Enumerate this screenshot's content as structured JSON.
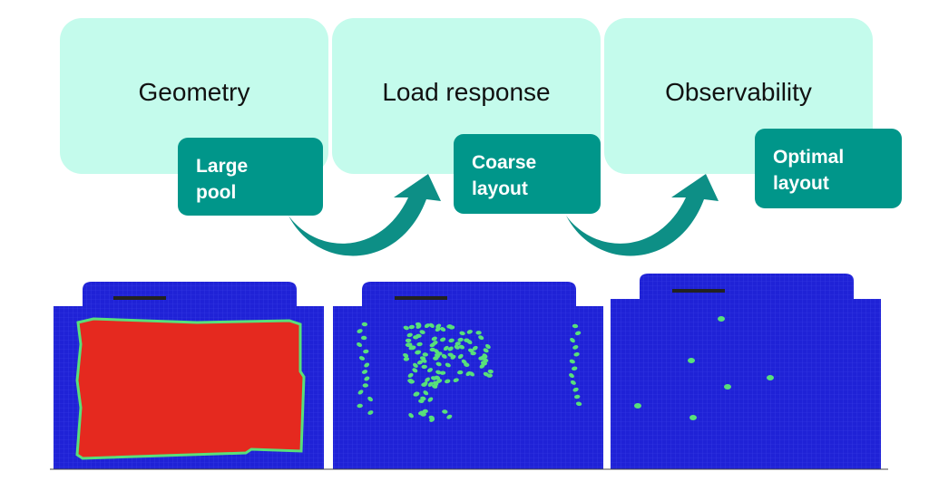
{
  "stages": [
    {
      "title": "Geometry",
      "tag_line1": "Large",
      "tag_line2": "pool"
    },
    {
      "title": "Load response",
      "tag_line1": "Coarse",
      "tag_line2": "layout"
    },
    {
      "title": "Observability",
      "tag_line1": "Optimal",
      "tag_line2": "layout"
    }
  ],
  "colors": {
    "stage_box": "#c4fbec",
    "tag_box": "#00968a",
    "arrow": "#0d8f86",
    "mesh_background": "#1f22d6",
    "pool_fill": "#e5291f",
    "sensor_fill": "#58e07a"
  }
}
